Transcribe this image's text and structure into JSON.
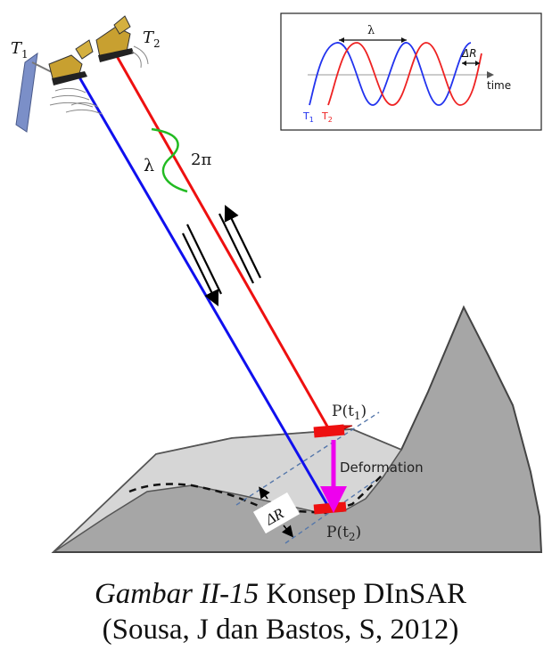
{
  "labels": {
    "t1_sub": "T",
    "t1_idx": "1",
    "t2_sub": "T",
    "t2_idx": "2",
    "lambda": "λ",
    "two_pi": "2π",
    "p_t1": "P(t",
    "p_t1_idx": "1",
    "p_t1_close": ")",
    "p_t2": "P(t",
    "p_t2_idx": "2",
    "p_t2_close": ")",
    "deformation": "Deformation",
    "delta_r": "ΔR"
  },
  "inset": {
    "lambda": "λ",
    "delta_r": "ΔR",
    "time": "time",
    "t1": "T",
    "t1_idx": "1",
    "t2": "T",
    "t2_idx": "2"
  },
  "caption": {
    "figure_ref": "Gambar II-15",
    "title": " Konsep DInSAR",
    "source": "(Sousa, J dan Bastos, S, 2012)"
  },
  "colors": {
    "path_t1": "#1010ee",
    "path_t2": "#ee1010",
    "wave_green": "#22bb22",
    "deformation_arrow": "#ee00ee",
    "target_red": "#ee1010",
    "terrain_light": "#d4d4d4",
    "terrain_dark": "#a6a6a6",
    "dashed_line": "#5577aa"
  }
}
